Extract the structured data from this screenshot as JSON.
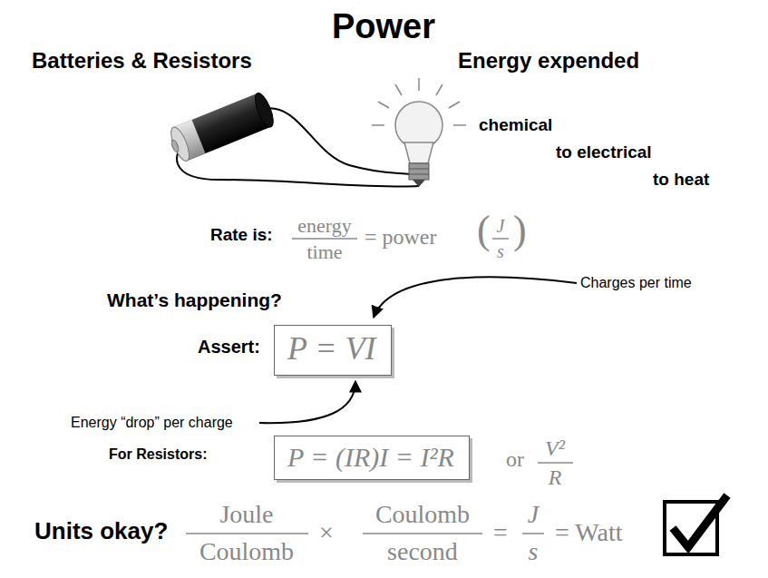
{
  "diagram": {
    "title": "Power",
    "nodes": [
      {
        "text": [
          "P = VI"
        ]
      },
      {
        "text": [
          "P = (IR)I = I²R"
        ]
      }
    ],
    "labels": [
      "Batteries & Resistors",
      "Energy expended",
      "chemical",
      "to electrical",
      "to heat",
      "Rate is:",
      "energy",
      "time",
      "= power",
      "(",
      "J",
      "s",
      ")",
      "What’s happening?",
      "Charges per time",
      "Assert:",
      "Energy “drop” per charge",
      "For Resistors:",
      "or",
      "V²",
      "R",
      "Units okay?",
      "Joule",
      "Coulomb",
      "×",
      "Coulomb",
      "second",
      "=",
      "J",
      "s",
      "= Watt"
    ]
  }
}
